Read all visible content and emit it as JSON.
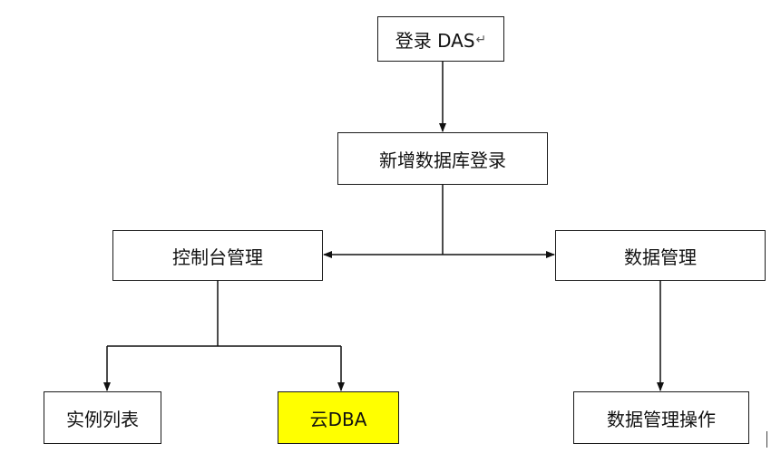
{
  "nodes": {
    "login": {
      "label": "登录 DAS",
      "mark": "↵"
    },
    "add_db_login": {
      "label": "新增数据库登录"
    },
    "console": {
      "label": "控制台管理"
    },
    "data_mgmt": {
      "label": "数据管理"
    },
    "instances": {
      "label": "实例列表"
    },
    "cloud_dba": {
      "label": "云DBA"
    },
    "data_ops": {
      "label": "数据管理操作"
    }
  },
  "colors": {
    "line": "#111111",
    "highlight": "#ffff00"
  }
}
